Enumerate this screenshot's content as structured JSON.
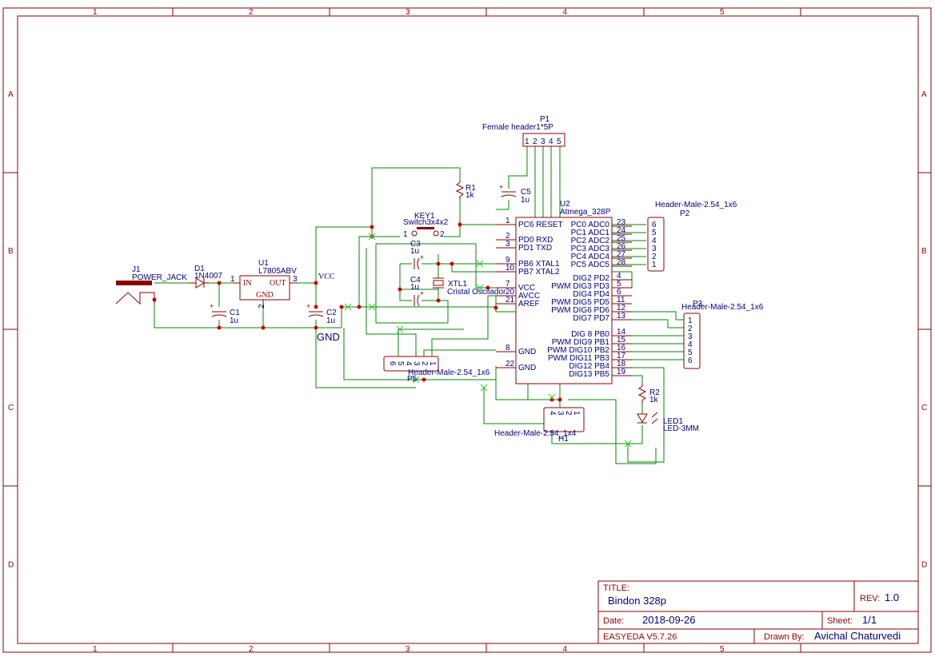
{
  "frame": {
    "columns": [
      "1",
      "2",
      "3",
      "4",
      "5"
    ],
    "rows": [
      "A",
      "B",
      "C",
      "D"
    ]
  },
  "title_block": {
    "title_label": "TITLE:",
    "title": "Bindon 328p",
    "rev_label": "REV:",
    "rev": "1.0",
    "date_label": "Date:",
    "date": "2018-09-26",
    "sheet_label": "Sheet:",
    "sheet": "1/1",
    "tool": "EASYEDA V5.7.26",
    "drawn_by_label": "Drawn By:",
    "drawn_by": "Avichal Chaturvedi"
  },
  "components": {
    "j1": {
      "ref": "J1",
      "value": "POWER_JACK"
    },
    "d1": {
      "ref": "D1",
      "value": "1N4007"
    },
    "u1": {
      "ref": "U1",
      "value": "L7805ABV",
      "pin_in": "IN",
      "pin_out": "OUT",
      "pin_gnd": "GND",
      "num_in": "1",
      "num_out": "3",
      "num_gnd": "2"
    },
    "c1": {
      "ref": "C1",
      "value": "1u"
    },
    "c2": {
      "ref": "C2",
      "value": "1u"
    },
    "c3": {
      "ref": "C3",
      "value": "1u"
    },
    "c4": {
      "ref": "C4",
      "value": "1u"
    },
    "c5": {
      "ref": "C5",
      "value": "1u"
    },
    "r1": {
      "ref": "R1",
      "value": "1k"
    },
    "r2": {
      "ref": "R2",
      "value": "1k"
    },
    "key1": {
      "ref": "KEY1",
      "value": "Switch3x4x2",
      "pin1": "1",
      "pin2": "2"
    },
    "xtl1": {
      "ref": "XTL1",
      "value": "Cristal Oscilador"
    },
    "led1": {
      "ref": "LED1",
      "value": "LED-3MM"
    },
    "p1": {
      "ref": "P1",
      "value": "Female header1*5P",
      "pins": [
        "1",
        "2",
        "3",
        "4",
        "5"
      ]
    },
    "p2": {
      "ref": "P2",
      "value": "Header-Male-2.54_1x6",
      "pins": [
        "6",
        "5",
        "4",
        "3",
        "2",
        "1"
      ]
    },
    "p3": {
      "ref": "P3",
      "value": "Header-Male-2.54_1x6",
      "pins": [
        "1",
        "2",
        "3",
        "4",
        "5",
        "6"
      ]
    },
    "p5": {
      "ref": "P5",
      "value": "Header-Male-2.54_1x6",
      "pins": [
        "6",
        "5",
        "4",
        "3",
        "2",
        "1"
      ]
    },
    "h1": {
      "ref": "H1",
      "value": "Header-Male-2.54_1x4",
      "pins": [
        "4",
        "3",
        "2",
        "1"
      ]
    },
    "u2": {
      "ref": "U2",
      "value": "Atmega_328P"
    }
  },
  "net_labels": {
    "vcc": "VCC",
    "gnd": "GND"
  },
  "u2_left_pins": [
    {
      "num": "1",
      "name": "PC6 RESET"
    },
    {
      "num": "2",
      "name": "PD0 RXD"
    },
    {
      "num": "3",
      "name": "PD1 TXD"
    },
    {
      "num": "9",
      "name": "PB6 XTAL1"
    },
    {
      "num": "10",
      "name": "PB7 XTAL2"
    },
    {
      "num": "7",
      "name": "VCC"
    },
    {
      "num": "20",
      "name": "AVCC"
    },
    {
      "num": "21",
      "name": "AREF"
    },
    {
      "num": "8",
      "name": "GND"
    },
    {
      "num": "22",
      "name": "GND"
    }
  ],
  "u2_right_pins": [
    {
      "num": "23",
      "name": "PC0 ADC0"
    },
    {
      "num": "24",
      "name": "PC1 ADC1"
    },
    {
      "num": "25",
      "name": "PC2 ADC2"
    },
    {
      "num": "26",
      "name": "PC3 ADC3"
    },
    {
      "num": "27",
      "name": "PC4 ADC4"
    },
    {
      "num": "28",
      "name": "PC5 ADC5"
    },
    {
      "num": "4",
      "name": "DIG2 PD2"
    },
    {
      "num": "5",
      "name": "PWM DIG3 PD3"
    },
    {
      "num": "6",
      "name": "DIG4 PD4"
    },
    {
      "num": "11",
      "name": "PWM DIG5 PD5"
    },
    {
      "num": "12",
      "name": "PWM DIG6 PD6"
    },
    {
      "num": "13",
      "name": "DIG7 PD7"
    },
    {
      "num": "14",
      "name": "DIG 8 PB0"
    },
    {
      "num": "15",
      "name": "PWM DIG9 PB1"
    },
    {
      "num": "16",
      "name": "PWM DIG10 PB2"
    },
    {
      "num": "17",
      "name": "PWM DIG11 PB3"
    },
    {
      "num": "18",
      "name": "DIG12 PB4"
    },
    {
      "num": "19",
      "name": "DIG13 PB5"
    }
  ]
}
